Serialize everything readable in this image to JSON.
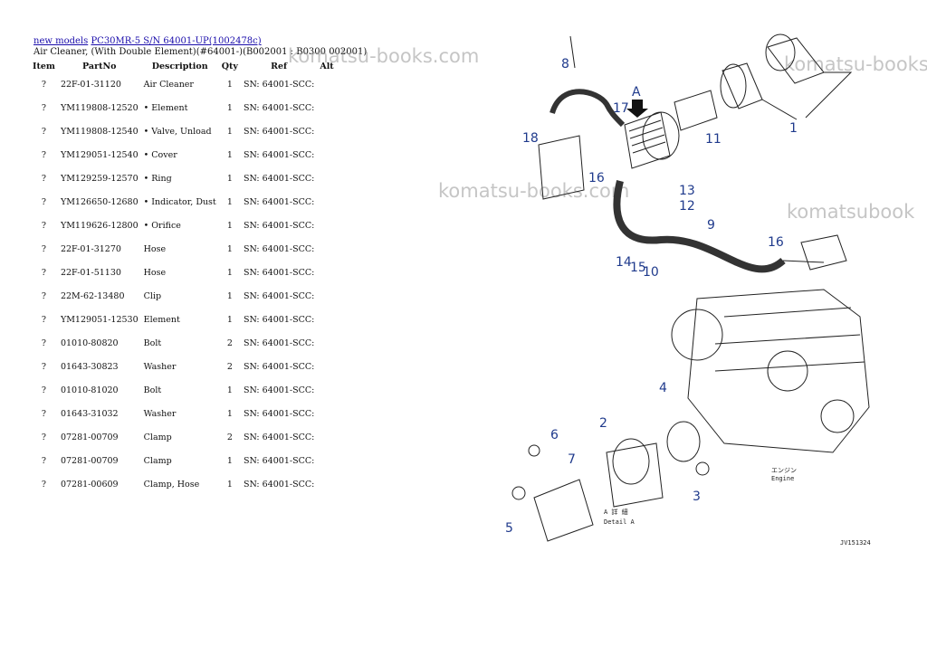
{
  "breadcrumb": {
    "link1": "new models",
    "link2": "PC30MR-5 S/N 64001-UP(1002478c)"
  },
  "subtitle": "Air Cleaner, (With Double Element)(#64001-)(B002001 : B0300 002001)",
  "table": {
    "headers": [
      "Item",
      "PartNo",
      "Description",
      "Qty",
      "Ref",
      "Alt"
    ],
    "rows": [
      {
        "item": "?",
        "part": "22F-01-31120",
        "desc": "Air Cleaner",
        "qty": "1",
        "ref": "SN: 64001-SCC:"
      },
      {
        "item": "?",
        "part": "YM119808-12520",
        "desc": "• Element",
        "qty": "1",
        "ref": "SN: 64001-SCC:"
      },
      {
        "item": "?",
        "part": "YM119808-12540",
        "desc": "• Valve, Unload",
        "qty": "1",
        "ref": "SN: 64001-SCC:"
      },
      {
        "item": "?",
        "part": "YM129051-12540",
        "desc": "• Cover",
        "qty": "1",
        "ref": "SN: 64001-SCC:"
      },
      {
        "item": "?",
        "part": "YM129259-12570",
        "desc": "• Ring",
        "qty": "1",
        "ref": "SN: 64001-SCC:"
      },
      {
        "item": "?",
        "part": "YM126650-12680",
        "desc": "• Indicator, Dust",
        "qty": "1",
        "ref": "SN: 64001-SCC:"
      },
      {
        "item": "?",
        "part": "YM119626-12800",
        "desc": "• Orifice",
        "qty": "1",
        "ref": "SN: 64001-SCC:"
      },
      {
        "item": "?",
        "part": "22F-01-31270",
        "desc": "Hose",
        "qty": "1",
        "ref": "SN: 64001-SCC:"
      },
      {
        "item": "?",
        "part": "22F-01-51130",
        "desc": "Hose",
        "qty": "1",
        "ref": "SN: 64001-SCC:"
      },
      {
        "item": "?",
        "part": "22M-62-13480",
        "desc": "Clip",
        "qty": "1",
        "ref": "SN: 64001-SCC:"
      },
      {
        "item": "?",
        "part": "YM129051-12530",
        "desc": "Element",
        "qty": "1",
        "ref": "SN: 64001-SCC:"
      },
      {
        "item": "?",
        "part": "01010-80820",
        "desc": "Bolt",
        "qty": "2",
        "ref": "SN: 64001-SCC:"
      },
      {
        "item": "?",
        "part": "01643-30823",
        "desc": "Washer",
        "qty": "2",
        "ref": "SN: 64001-SCC:"
      },
      {
        "item": "?",
        "part": "01010-81020",
        "desc": "Bolt",
        "qty": "1",
        "ref": "SN: 64001-SCC:"
      },
      {
        "item": "?",
        "part": "01643-31032",
        "desc": "Washer",
        "qty": "1",
        "ref": "SN: 64001-SCC:"
      },
      {
        "item": "?",
        "part": "07281-00709",
        "desc": "Clamp",
        "qty": "2",
        "ref": "SN: 64001-SCC:"
      },
      {
        "item": "?",
        "part": "07281-00709",
        "desc": "Clamp",
        "qty": "1",
        "ref": "SN: 64001-SCC:"
      },
      {
        "item": "?",
        "part": "07281-00609",
        "desc": "Clamp, Hose",
        "qty": "1",
        "ref": "SN: 64001-SCC:"
      }
    ]
  },
  "watermarks": [
    "komatsu-books.com",
    "komatsu-books.",
    "komatsu-books.com",
    "komatsubook"
  ],
  "diagram": {
    "callouts": [
      "8",
      "17",
      "18",
      "16",
      "1",
      "11",
      "13",
      "12",
      "9",
      "14",
      "15",
      "10",
      "16",
      "4",
      "2",
      "6",
      "7",
      "3",
      "5"
    ],
    "arrow_label": "A",
    "detail_jp": "A 詳 細",
    "detail_en": "Detail A",
    "engine_jp": "エンジン",
    "engine_en": "Engine",
    "code": "JV151324"
  }
}
